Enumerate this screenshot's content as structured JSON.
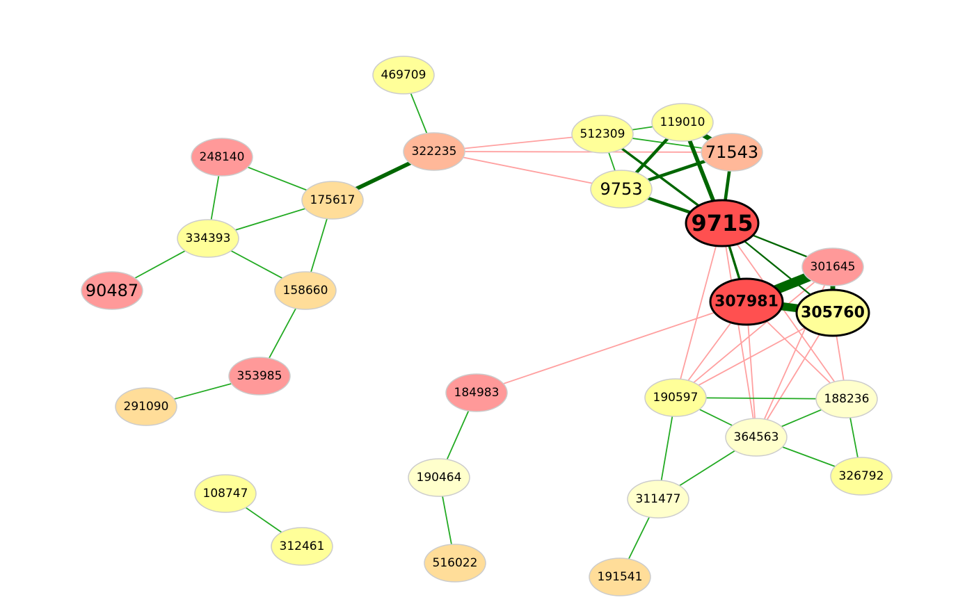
{
  "colors": {
    "red": "#ff5050",
    "salmon": "#ff9999",
    "peach": "#ffb899",
    "orange": "#ffdd99",
    "yellow": "#ffff99",
    "pale": "#ffffcc",
    "node_border": "#cccccc",
    "strong_border": "#000000",
    "edge_green": "#22aa22",
    "edge_darkgreen": "#006600",
    "edge_pink": "#ffa0a0"
  },
  "nodes": [
    {
      "id": "469709",
      "label": "469709",
      "color": "yellow",
      "strength": "normal"
    },
    {
      "id": "322235",
      "label": "322235",
      "color": "peach",
      "strength": "normal"
    },
    {
      "id": "248140",
      "label": "248140",
      "color": "salmon",
      "strength": "normal"
    },
    {
      "id": "175617",
      "label": "175617",
      "color": "orange",
      "strength": "normal"
    },
    {
      "id": "334393",
      "label": "334393",
      "color": "yellow",
      "strength": "normal"
    },
    {
      "id": "90487",
      "label": "90487",
      "color": "salmon",
      "strength": "large"
    },
    {
      "id": "158660",
      "label": "158660",
      "color": "orange",
      "strength": "normal"
    },
    {
      "id": "353985",
      "label": "353985",
      "color": "salmon",
      "strength": "normal"
    },
    {
      "id": "291090",
      "label": "291090",
      "color": "orange",
      "strength": "normal"
    },
    {
      "id": "108747",
      "label": "108747",
      "color": "yellow",
      "strength": "normal"
    },
    {
      "id": "312461",
      "label": "312461",
      "color": "yellow",
      "strength": "normal"
    },
    {
      "id": "184983",
      "label": "184983",
      "color": "salmon",
      "strength": "normal"
    },
    {
      "id": "190464",
      "label": "190464",
      "color": "pale",
      "strength": "normal"
    },
    {
      "id": "516022",
      "label": "516022",
      "color": "orange",
      "strength": "normal"
    },
    {
      "id": "512309",
      "label": "512309",
      "color": "yellow",
      "strength": "normal"
    },
    {
      "id": "119010",
      "label": "119010",
      "color": "yellow",
      "strength": "normal"
    },
    {
      "id": "71543",
      "label": "71543",
      "color": "peach",
      "strength": "large"
    },
    {
      "id": "9753",
      "label": "9753",
      "color": "yellow",
      "strength": "large"
    },
    {
      "id": "9715",
      "label": "9715",
      "color": "red",
      "strength": "hub"
    },
    {
      "id": "301645",
      "label": "301645",
      "color": "salmon",
      "strength": "normal"
    },
    {
      "id": "307981",
      "label": "307981",
      "color": "red",
      "strength": "bold"
    },
    {
      "id": "305760",
      "label": "305760",
      "color": "yellow",
      "strength": "bold"
    },
    {
      "id": "190597",
      "label": "190597",
      "color": "yellow",
      "strength": "normal"
    },
    {
      "id": "188236",
      "label": "188236",
      "color": "pale",
      "strength": "normal"
    },
    {
      "id": "364563",
      "label": "364563",
      "color": "pale",
      "strength": "normal"
    },
    {
      "id": "326792",
      "label": "326792",
      "color": "yellow",
      "strength": "normal"
    },
    {
      "id": "311477",
      "label": "311477",
      "color": "pale",
      "strength": "normal"
    },
    {
      "id": "191541",
      "label": "191541",
      "color": "orange",
      "strength": "normal"
    }
  ],
  "edges": [
    {
      "source": "469709",
      "target": "322235",
      "type": "green",
      "weight": 1
    },
    {
      "source": "322235",
      "target": "175617",
      "type": "darkgreen",
      "weight": 5
    },
    {
      "source": "322235",
      "target": "512309",
      "type": "pink",
      "weight": 1
    },
    {
      "source": "322235",
      "target": "71543",
      "type": "pink",
      "weight": 1
    },
    {
      "source": "322235",
      "target": "9753",
      "type": "pink",
      "weight": 1
    },
    {
      "source": "248140",
      "target": "175617",
      "type": "green",
      "weight": 1
    },
    {
      "source": "248140",
      "target": "334393",
      "type": "green",
      "weight": 1
    },
    {
      "source": "175617",
      "target": "334393",
      "type": "green",
      "weight": 1
    },
    {
      "source": "175617",
      "target": "158660",
      "type": "green",
      "weight": 1
    },
    {
      "source": "334393",
      "target": "90487",
      "type": "green",
      "weight": 1
    },
    {
      "source": "334393",
      "target": "158660",
      "type": "green",
      "weight": 1
    },
    {
      "source": "158660",
      "target": "353985",
      "type": "green",
      "weight": 1
    },
    {
      "source": "353985",
      "target": "291090",
      "type": "green",
      "weight": 1
    },
    {
      "source": "108747",
      "target": "312461",
      "type": "green",
      "weight": 1
    },
    {
      "source": "184983",
      "target": "190464",
      "type": "green",
      "weight": 1
    },
    {
      "source": "184983",
      "target": "307981",
      "type": "pink",
      "weight": 1
    },
    {
      "source": "190464",
      "target": "516022",
      "type": "green",
      "weight": 1
    },
    {
      "source": "512309",
      "target": "119010",
      "type": "green",
      "weight": 1
    },
    {
      "source": "512309",
      "target": "71543",
      "type": "green",
      "weight": 1
    },
    {
      "source": "512309",
      "target": "9753",
      "type": "green",
      "weight": 1
    },
    {
      "source": "512309",
      "target": "9715",
      "type": "darkgreen",
      "weight": 3
    },
    {
      "source": "119010",
      "target": "9753",
      "type": "darkgreen",
      "weight": 4
    },
    {
      "source": "119010",
      "target": "9715",
      "type": "darkgreen",
      "weight": 5
    },
    {
      "source": "119010",
      "target": "71543",
      "type": "darkgreen",
      "weight": 6
    },
    {
      "source": "71543",
      "target": "9753",
      "type": "darkgreen",
      "weight": 4
    },
    {
      "source": "71543",
      "target": "9715",
      "type": "darkgreen",
      "weight": 4
    },
    {
      "source": "9753",
      "target": "9715",
      "type": "darkgreen",
      "weight": 4
    },
    {
      "source": "9715",
      "target": "301645",
      "type": "darkgreen",
      "weight": 2
    },
    {
      "source": "9715",
      "target": "307981",
      "type": "darkgreen",
      "weight": 3
    },
    {
      "source": "9715",
      "target": "305760",
      "type": "darkgreen",
      "weight": 2
    },
    {
      "source": "9715",
      "target": "190597",
      "type": "pink",
      "weight": 1
    },
    {
      "source": "9715",
      "target": "364563",
      "type": "pink",
      "weight": 1
    },
    {
      "source": "9715",
      "target": "188236",
      "type": "pink",
      "weight": 1
    },
    {
      "source": "307981",
      "target": "301645",
      "type": "darkgreen",
      "weight": 12
    },
    {
      "source": "307981",
      "target": "305760",
      "type": "darkgreen",
      "weight": 10
    },
    {
      "source": "301645",
      "target": "305760",
      "type": "darkgreen",
      "weight": 6
    },
    {
      "source": "307981",
      "target": "190597",
      "type": "pink",
      "weight": 1
    },
    {
      "source": "307981",
      "target": "364563",
      "type": "pink",
      "weight": 1
    },
    {
      "source": "307981",
      "target": "188236",
      "type": "pink",
      "weight": 1
    },
    {
      "source": "305760",
      "target": "190597",
      "type": "pink",
      "weight": 1
    },
    {
      "source": "305760",
      "target": "364563",
      "type": "pink",
      "weight": 1
    },
    {
      "source": "305760",
      "target": "188236",
      "type": "pink",
      "weight": 1
    },
    {
      "source": "301645",
      "target": "190597",
      "type": "pink",
      "weight": 1
    },
    {
      "source": "301645",
      "target": "364563",
      "type": "pink",
      "weight": 1
    },
    {
      "source": "190597",
      "target": "188236",
      "type": "green",
      "weight": 1
    },
    {
      "source": "190597",
      "target": "364563",
      "type": "green",
      "weight": 1
    },
    {
      "source": "190597",
      "target": "311477",
      "type": "green",
      "weight": 1
    },
    {
      "source": "188236",
      "target": "364563",
      "type": "green",
      "weight": 1
    },
    {
      "source": "188236",
      "target": "326792",
      "type": "green",
      "weight": 1
    },
    {
      "source": "364563",
      "target": "326792",
      "type": "green",
      "weight": 1
    },
    {
      "source": "364563",
      "target": "311477",
      "type": "green",
      "weight": 1
    },
    {
      "source": "311477",
      "target": "191541",
      "type": "green",
      "weight": 1
    }
  ]
}
